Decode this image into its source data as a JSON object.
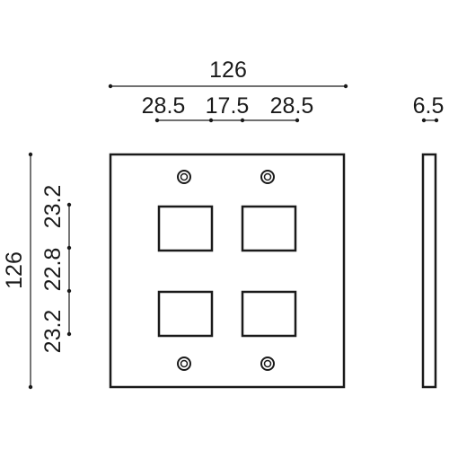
{
  "dimensions": {
    "overall_width": "126",
    "segment_left": "28.5",
    "segment_middle": "17.5",
    "segment_right": "28.5",
    "thickness": "6.5",
    "overall_height": "126",
    "segment_top": "23.2",
    "segment_center": "22.8",
    "segment_bottom": "23.2"
  },
  "colors": {
    "line": "#1a1a1a",
    "background": "#ffffff"
  }
}
